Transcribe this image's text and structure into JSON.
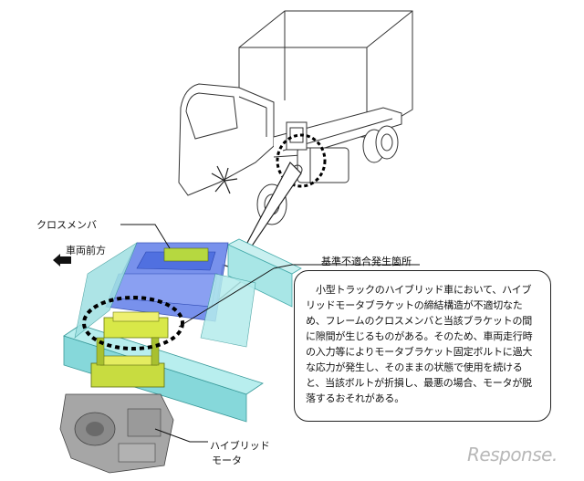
{
  "labels": {
    "cross_member": "クロスメンバ",
    "vehicle_front": "車両前方",
    "nonconformity_location": "基準不適合発生箇所",
    "hybrid_motor_line1": "ハイブリッド",
    "hybrid_motor_line2": "モータ"
  },
  "description": "小型トラックのハイブリッド車において、ハイブリッドモータブラケットの締結構造が不適切なため、フレームのクロスメンバと当該ブラケットの間に隙間が生じるものがある。そのため、車両走行時の入力等によりモータブラケット固定ボルトに過大な応力が発生し、そのままの状態で使用を続けると、当該ボルトが折損し、最悪の場合、モータが脱落するおそれがある。",
  "watermark": "Response.",
  "colors": {
    "frame_cyan": "#7fd6d8",
    "cross_member_blue": "#4a6ee0",
    "bracket_green": "#c3d84a",
    "bracket_yellow": "#e8e040",
    "motor_gray": "#9a9a9a"
  }
}
